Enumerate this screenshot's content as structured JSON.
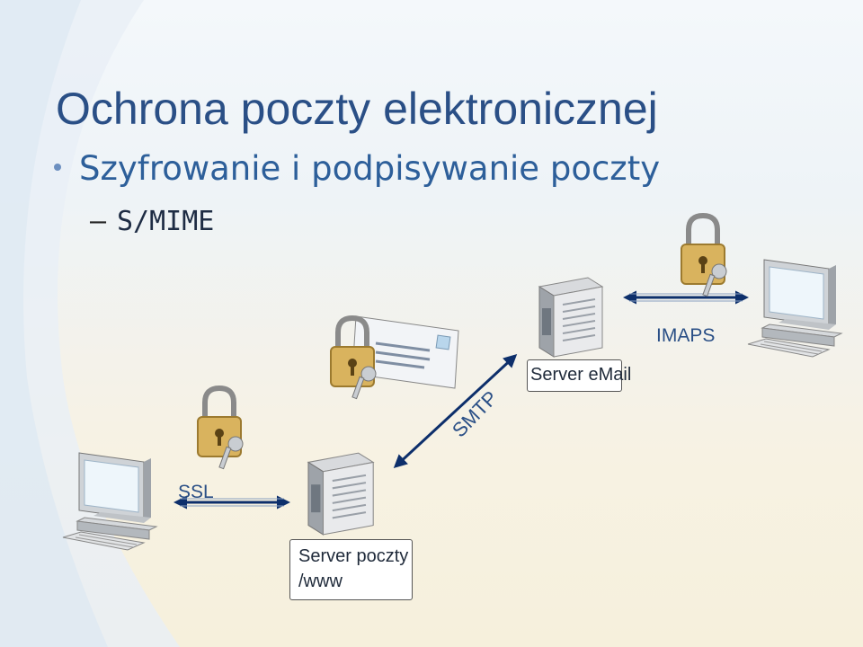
{
  "slide": {
    "title": "Ochrona poczty elektronicznej",
    "bullet": "Szyfrowanie i podpisywanie poczty",
    "sub_dash": "–",
    "sub_item": "S/MIME"
  },
  "labels": {
    "imaps": "IMAPS",
    "server_email": "Server eMail",
    "smtp": "SMTP",
    "ssl": "SSL",
    "server_poczty_line1": "Server poczty",
    "server_poczty_line2": "/www"
  },
  "colors": {
    "title": "#2a4f86",
    "arrow": "#0d2f6b",
    "label": "#2a4f86"
  }
}
